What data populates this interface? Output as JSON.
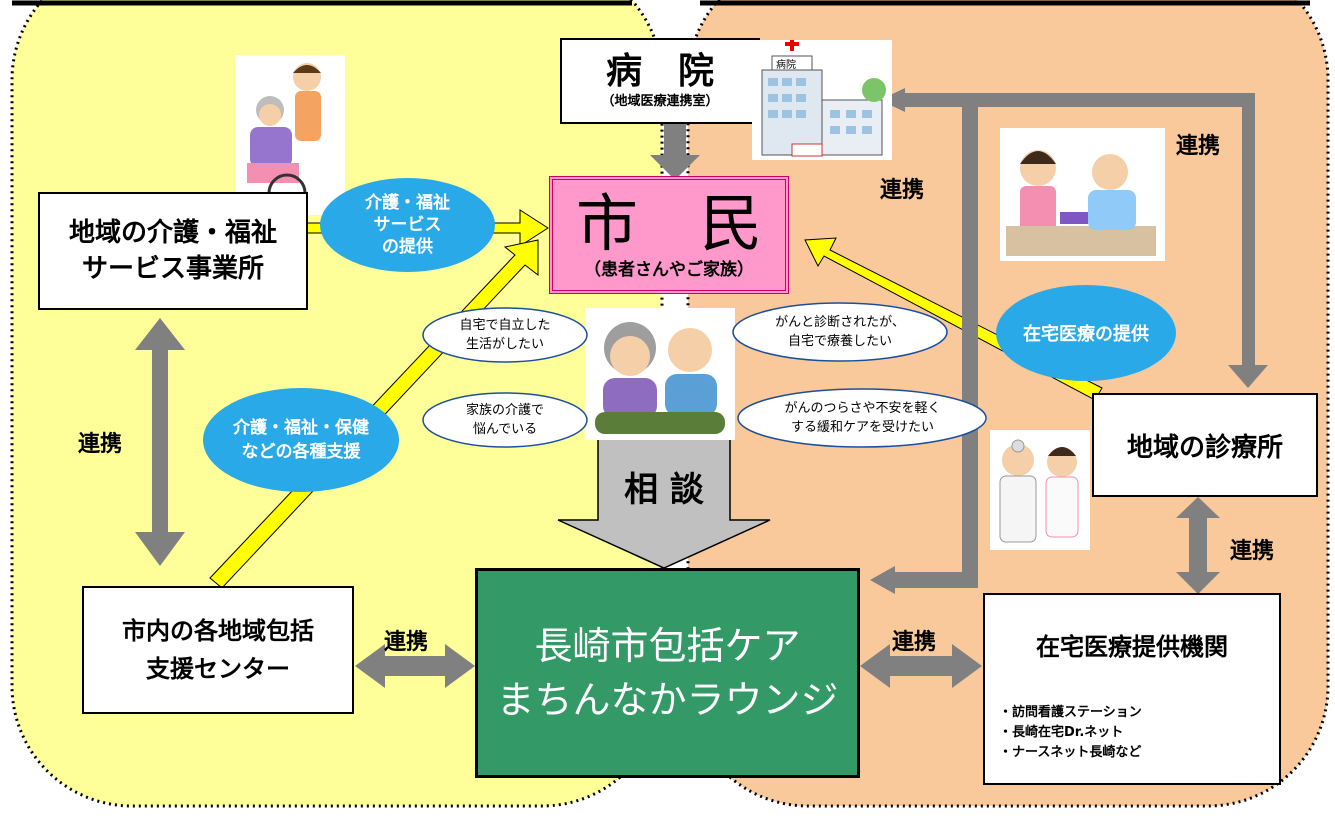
{
  "left_panel": {
    "welfare_office": {
      "line1": "地域の介護・福祉",
      "line2": "サービス事業所"
    },
    "support_center": {
      "line1": "市内の各地域包括",
      "line2": "支援センター"
    },
    "bubble_welfare_service": {
      "line1": "介護・福祉",
      "line2": "サービス",
      "line3": "の提供"
    },
    "bubble_support": {
      "line1": "介護・福祉・保健",
      "line2": "などの各種支援"
    },
    "link_label_left": "連携"
  },
  "right_panel": {
    "hospital": {
      "title": "病　院",
      "subtitle": "（地域医療連携室）"
    },
    "hospital_sign": "病院",
    "clinic": {
      "label": "地域の診療所"
    },
    "home_care_provider": {
      "title": "在宅医療提供機関",
      "items": [
        "・訪問看護ステーション",
        "・長崎在宅Dr.ネット",
        "・ナースネット長崎など"
      ]
    },
    "bubble_home_care": "在宅医療の提供",
    "link_label_top": "連携",
    "link_label_side": "連携",
    "link_label_clinic": "連携"
  },
  "center": {
    "citizen": {
      "title": "市　民",
      "subtitle": "（患者さんやご家族）"
    },
    "consult_label": "相 談",
    "lounge": {
      "line1": "長崎市包括ケア",
      "line2": "まちんなかラウンジ"
    },
    "link_label_center_left": "連携",
    "link_label_center_right": "連携"
  },
  "thought_clouds": [
    {
      "line1": "自宅で自立した",
      "line2": "生活がしたい"
    },
    {
      "line1": "家族の介護で",
      "line2": "悩んでいる"
    },
    {
      "line1": "がんと診断されたが、",
      "line2": "自宅で療養したい"
    },
    {
      "line1": "がんのつらさや不安を軽く",
      "line2": "する緩和ケアを受けたい"
    }
  ],
  "colors": {
    "left_bg": "#ffff99",
    "right_bg": "#f9c89b",
    "citizen_bg": "#ff99cc",
    "lounge_bg": "#339966",
    "bubble": "#29a9e8",
    "arrow_gray": "#808080",
    "arrow_yellow": "#ffff00"
  }
}
